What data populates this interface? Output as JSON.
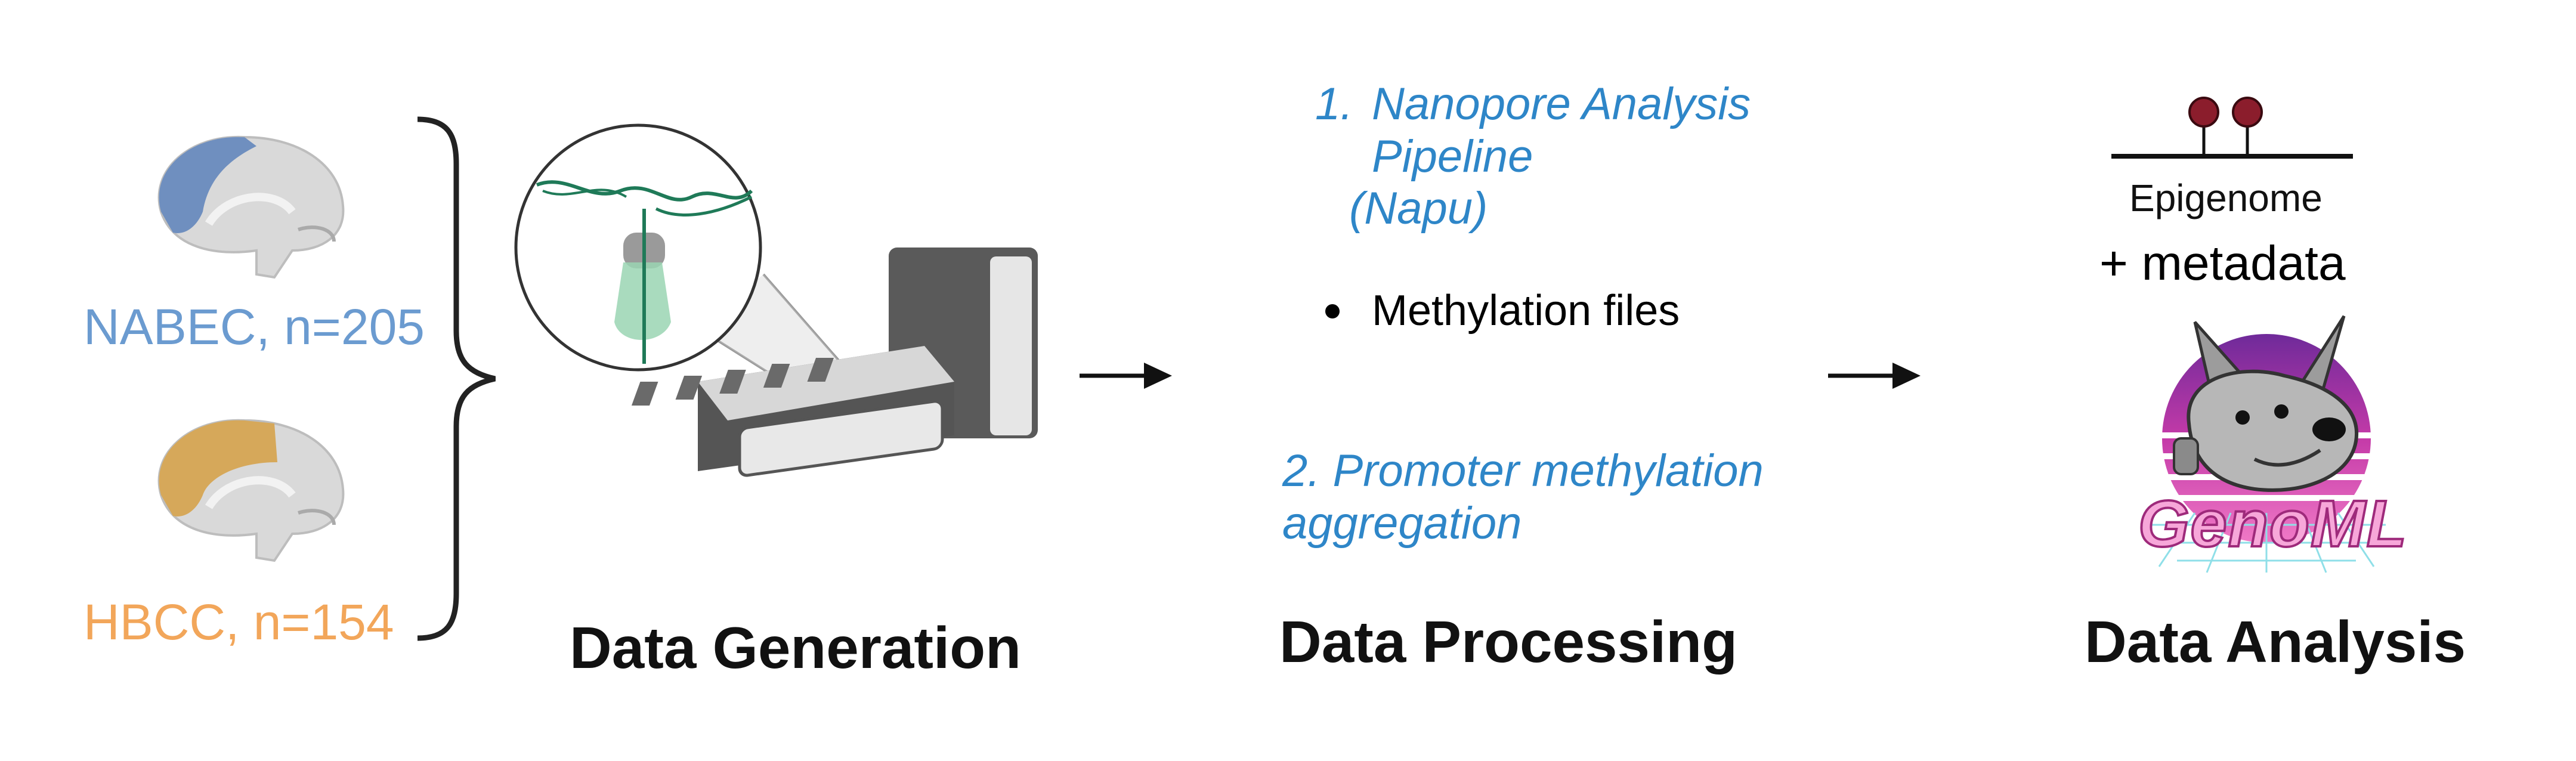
{
  "cohorts": {
    "nabec": {
      "label": "NABEC, n=205",
      "color": "#6b9bd0"
    },
    "hbcc": {
      "label": "HBCC, n=154",
      "color": "#f2a65a"
    }
  },
  "stages": {
    "generation": "Data Generation",
    "processing": "Data Processing",
    "analysis": "Data Analysis"
  },
  "processing": {
    "step1": {
      "number": "1.",
      "line1": "Nanopore Analysis",
      "line2": "Pipeline",
      "line3": "(Napu)"
    },
    "bullet": "Methylation files",
    "step2": {
      "line1": "2. Promoter methylation",
      "line2": "aggregation"
    }
  },
  "analysis": {
    "epigenome": "Epigenome",
    "metadata": "+ metadata",
    "logo_text": "GenoML"
  },
  "colors": {
    "accent_blue": "#2e86c8",
    "logo_pink": "#e83ea5",
    "logo_purple": "#6f2a9a"
  }
}
